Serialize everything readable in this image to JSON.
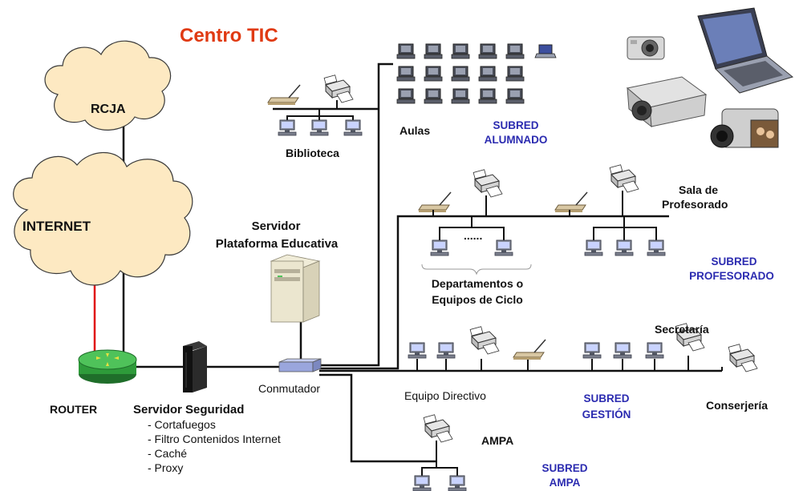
{
  "title": "Centro TIC",
  "clouds": {
    "rcja": "RCJA",
    "internet": "INTERNET"
  },
  "nodes": {
    "router": "ROUTER",
    "security_server": "Servidor Seguridad",
    "security_features": [
      "- Cortafuegos",
      "- Filtro Contenidos Internet",
      "- Caché",
      "- Proxy"
    ],
    "platform_server_line1": "Servidor",
    "platform_server_line2": "Plataforma Educativa",
    "switch": "Conmutador",
    "library": "Biblioteca",
    "classrooms": "Aulas",
    "departments_line1": "Departamentos o",
    "departments_line2": "Equipos de Ciclo",
    "departments_dots": "......",
    "staff_room_line1": "Sala de",
    "staff_room_line2": "Profesorado",
    "secretary": "Secretaría",
    "management": "Equipo Directivo",
    "concierge": "Conserjería",
    "parents": "AMPA"
  },
  "subnets": {
    "students_line1": "SUBRED",
    "students_line2": "ALUMNADO",
    "teachers_line1": "SUBRED",
    "teachers_line2": "PROFESORADO",
    "management_line1": "SUBRED",
    "management_line2": "GESTIÓN",
    "parents_line1": "SUBRED",
    "parents_line2": "AMPA"
  },
  "colors": {
    "title": "#e03a12",
    "subnet_label": "#2b2bb0",
    "cloud": "#fde9c2",
    "router": "#2e9b3a",
    "internet_link": "#e01010"
  }
}
